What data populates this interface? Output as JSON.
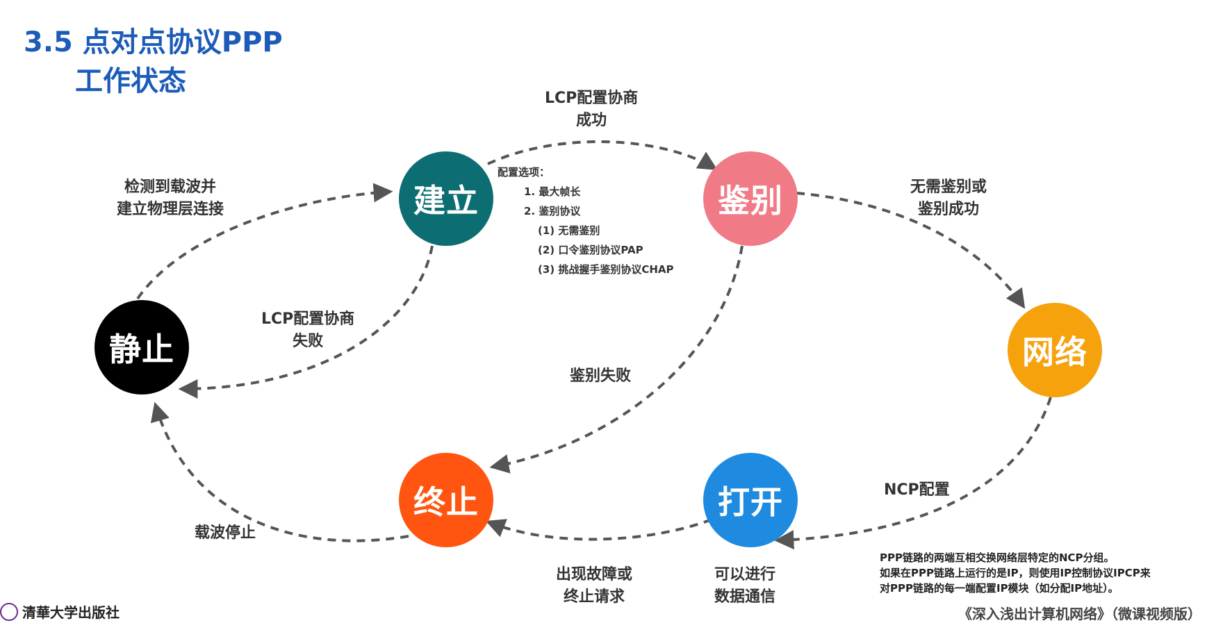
{
  "title": {
    "line1": "3.5 点对点协议PPP",
    "line2": "工作状态"
  },
  "nodes": {
    "dead": {
      "label": "静止",
      "color": "#000000"
    },
    "establish": {
      "label": "建立",
      "color": "#0c6e72"
    },
    "authenticate": {
      "label": "鉴别",
      "color": "#f07a86"
    },
    "network": {
      "label": "网络",
      "color": "#f5a20d"
    },
    "open": {
      "label": "打开",
      "color": "#1e8be0"
    },
    "terminate": {
      "label": "终止",
      "color": "#ff5510"
    }
  },
  "edges": {
    "dead_to_establish": [
      "检测到载波并",
      "建立物理层连接"
    ],
    "establish_to_authenticate": [
      "LCP配置协商",
      "成功"
    ],
    "establish_to_dead": [
      "LCP配置协商",
      "失败"
    ],
    "authenticate_to_network": [
      "无需鉴别或",
      "鉴别成功"
    ],
    "authenticate_to_terminate": [
      "鉴别失败"
    ],
    "network_to_open": [
      "NCP配置"
    ],
    "open_to_terminate": [
      "出现故障或",
      "终止请求"
    ],
    "terminate_to_dead": [
      "载波停止"
    ],
    "open_note": [
      "可以进行",
      "数据通信"
    ]
  },
  "config_options": {
    "heading": "配置选项：",
    "items": [
      "1. 最大帧长",
      "2. 鉴别协议"
    ],
    "sub_items": [
      "(1) 无需鉴别",
      "(2) 口令鉴别协议PAP",
      "(3) 挑战握手鉴别协议CHAP"
    ]
  },
  "ncp_note": [
    "PPP链路的两端互相交换网络层特定的NCP分组。",
    "如果在PPP链路上运行的是IP，则使用IP控制协议IPCP来",
    "对PPP链路的每一端配置IP模块（如分配IP地址）。"
  ],
  "footer": {
    "publisher": "清華大学出版社",
    "book": "《深入浅出计算机网络》（微课视频版）"
  }
}
